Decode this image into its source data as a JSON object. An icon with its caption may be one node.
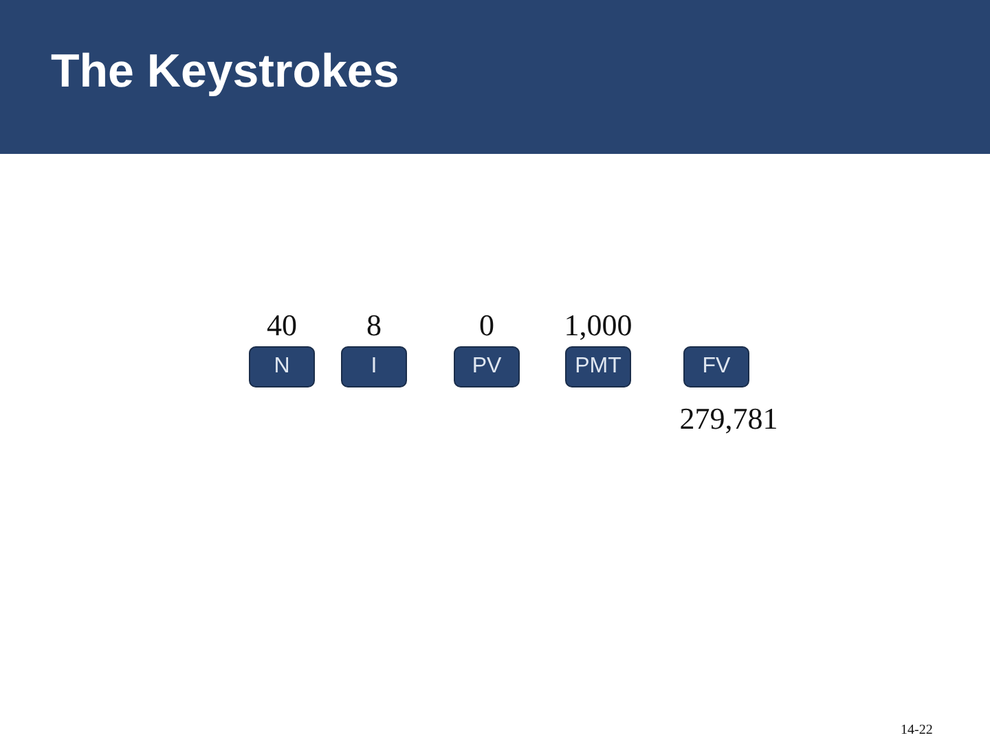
{
  "diagram": {
    "title": "The Keystrokes",
    "nodes": [
      {
        "text": [
          "N"
        ],
        "beside": [
          "40"
        ]
      },
      {
        "text": [
          "I"
        ],
        "beside": [
          "8"
        ]
      },
      {
        "text": [
          "PV"
        ],
        "beside": [
          "0"
        ]
      },
      {
        "text": [
          "PMT"
        ],
        "beside": [
          "1,000"
        ]
      },
      {
        "text": [
          "FV"
        ],
        "beside": [
          "279,781"
        ]
      }
    ],
    "labels": [
      "14-22"
    ]
  }
}
